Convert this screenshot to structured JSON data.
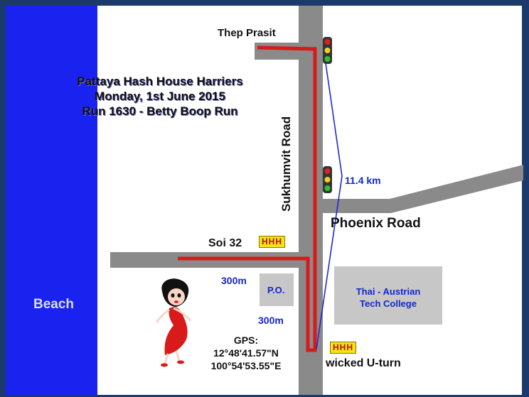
{
  "title": {
    "line1": "Pattaya Hash House Harriers",
    "line2": "Monday, 1st June 2015",
    "line3": "Run 1630 - Betty Boop Run"
  },
  "labels": {
    "thep_prasit": "Thep Prasit",
    "sukhumvit_road": "Sukhumvit Road",
    "phoenix_road": "Phoenix Road",
    "soi_32": "Soi 32",
    "beach": "Beach",
    "post_office": "P.O.",
    "college_line1": "Thai - Austrian",
    "college_line2": "Tech College",
    "wicked_uturn": "wicked U-turn"
  },
  "distances": {
    "total": "11.4 km",
    "segment_upper": "300m",
    "segment_lower": "300m"
  },
  "hhh_markers": [
    "HHH",
    "HHH"
  ],
  "gps": {
    "label": "GPS:",
    "lat": "12°48'41.57\"N",
    "lon": "100°54'53.55\"E"
  },
  "icons": [
    "traffic-light-icon",
    "betty-boop-figure-icon"
  ],
  "colors": {
    "background": "#ffffff",
    "beach": "#1a22f0",
    "road": "#8a8a8a",
    "route": "#d81a1a",
    "distance_line": "#1c2ad0",
    "frame": "#1b3a6b",
    "building": "#c7c7c7"
  }
}
